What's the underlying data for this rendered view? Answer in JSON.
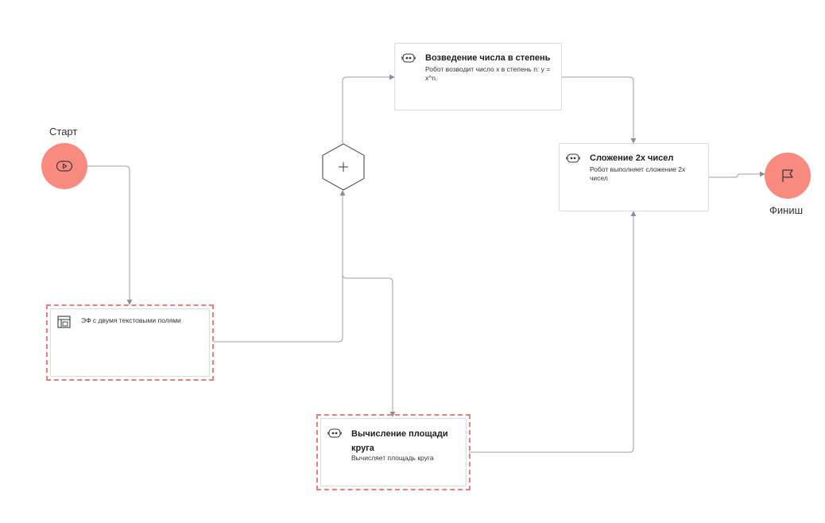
{
  "start_event": {
    "label": "Старт",
    "icon": "play-icon",
    "color": "#f98a80"
  },
  "end_event": {
    "label": "Финиш",
    "icon": "flag-icon",
    "color": "#f98a80"
  },
  "gateway": {
    "type": "parallel",
    "symbol": "+"
  },
  "tasks": [
    {
      "id": "form",
      "title": "",
      "description": "ЭФ с двумя текстовыми полями",
      "icon": "form-icon",
      "selected": true
    },
    {
      "id": "power",
      "title": "Возведение числа в степень",
      "description": "Робот возводит число x в степень n: y = x^n.",
      "icon": "robot-icon",
      "selected": false
    },
    {
      "id": "sum",
      "title": "Сложение 2х чисел",
      "description": "Робот выполняет сложение 2х чисел",
      "icon": "robot-icon",
      "selected": false
    },
    {
      "id": "circle",
      "title": "Вычисление площади круга",
      "description": "Вычисляет площадь круга",
      "icon": "robot-icon",
      "selected": true
    }
  ],
  "colors": {
    "event": "#f98a80",
    "selection": "#ef7d79",
    "connector": "#9aa0ae",
    "task_border": "#d9dce1"
  }
}
